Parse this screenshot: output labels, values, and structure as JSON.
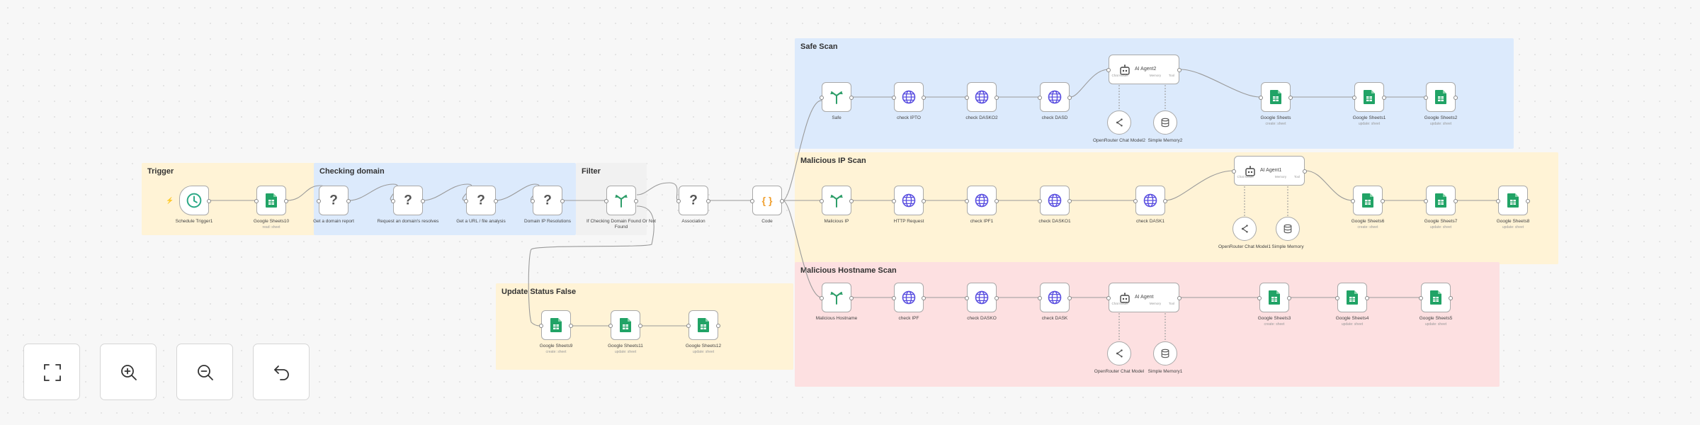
{
  "canvas": {
    "groups": {
      "trigger": "Trigger",
      "checking_domain": "Checking domain",
      "filter": "Filter",
      "update_status_false": "Update Status False",
      "safe_scan": "Safe Scan",
      "malicious_ip_scan": "Malicious IP Scan",
      "malicious_hostname_scan": "Malicious Hostname Scan"
    },
    "nodes": {
      "schedule": {
        "label": "Schedule Trigger1",
        "icon": "clock-icon"
      },
      "gs10": {
        "label": "Google Sheets10",
        "sub": "read: sheet"
      },
      "get_domain": {
        "label": "Get a domain report",
        "icon": "unknown-node-icon"
      },
      "resolutions": {
        "label": "Request an domain's resolves",
        "icon": "unknown-node-icon"
      },
      "url_analysis": {
        "label": "Get a URL / file analysis",
        "icon": "unknown-node-icon"
      },
      "ip_resolutions": {
        "label": "Domain IP Resolutions",
        "icon": "unknown-node-icon"
      },
      "if_check": {
        "label": "If Checking Domain Found Or Not Found",
        "icon": "if-branch-icon"
      },
      "assessment": {
        "label": "Association",
        "icon": "unknown-node-icon"
      },
      "code": {
        "label": "Code",
        "icon": "code-braces-icon"
      },
      "gs9": {
        "label": "Google Sheets9",
        "sub": "create: sheet"
      },
      "gs11": {
        "label": "Google Sheets11",
        "sub": "update: sheet"
      },
      "gs12": {
        "label": "Google Sheets12",
        "sub": "update: sheet"
      },
      "safe": {
        "label": "Safe"
      },
      "check_ipto": {
        "label": "check IPTO"
      },
      "check_dasko2": {
        "label": "check DASKO2"
      },
      "check_dasd": {
        "label": "check DASD"
      },
      "ai_agent2": {
        "label": "AI Agent2"
      },
      "or_model2": {
        "label": "OpenRouter Chat Model2"
      },
      "mem2": {
        "label": "Simple Memory2"
      },
      "gs_safe1": {
        "label": "Google Sheets",
        "sub": "create: sheet"
      },
      "gs_safe2": {
        "label": "Google Sheets1",
        "sub": "update: sheet"
      },
      "gs_safe3": {
        "label": "Google Sheets2",
        "sub": "update: sheet"
      },
      "mal_ip": {
        "label": "Malicious IP"
      },
      "http": {
        "label": "HTTP Request"
      },
      "check_ipf1": {
        "label": "check IPF1"
      },
      "check_dasko1": {
        "label": "check DASKO1"
      },
      "check_dask1": {
        "label": "check DASK1"
      },
      "ai_agent1": {
        "label": "AI Agent1"
      },
      "or_model1": {
        "label": "OpenRouter Chat Model1"
      },
      "mem1": {
        "label": "Simple Memory"
      },
      "gs_ip1": {
        "label": "Google Sheets6",
        "sub": "create: sheet"
      },
      "gs_ip2": {
        "label": "Google Sheets7",
        "sub": "update: sheet"
      },
      "gs_ip3": {
        "label": "Google Sheets8",
        "sub": "update: sheet"
      },
      "mal_host": {
        "label": "Malicious Hostname"
      },
      "check_ipf": {
        "label": "check IPF"
      },
      "check_dasko": {
        "label": "check DASKO"
      },
      "check_dask": {
        "label": "check DASK"
      },
      "ai_agent": {
        "label": "AI Agent"
      },
      "or_model": {
        "label": "OpenRouter Chat Model"
      },
      "mem": {
        "label": "Simple Memory1"
      },
      "gs_h1": {
        "label": "Google Sheets3",
        "sub": "create: sheet"
      },
      "gs_h2": {
        "label": "Google Sheets4",
        "sub": "update: sheet"
      },
      "gs_h3": {
        "label": "Google Sheets5",
        "sub": "update: sheet"
      }
    },
    "agent_ports": {
      "model": "Chat Model",
      "memory": "Memory",
      "tool": "Tool"
    }
  },
  "controls": {
    "fit": "fit-view-icon",
    "zoom_in": "zoom-in-icon",
    "zoom_out": "zoom-out-icon",
    "undo": "undo-icon"
  },
  "colors": {
    "sticky_yellow": "#fff3d6",
    "sticky_blue": "#dceafc",
    "sticky_red": "#fde0e1",
    "sheets_green": "#21a366",
    "globe_purple": "#5a4fe0",
    "if_green": "#2f9e6a",
    "code_orange": "#f0a030"
  }
}
